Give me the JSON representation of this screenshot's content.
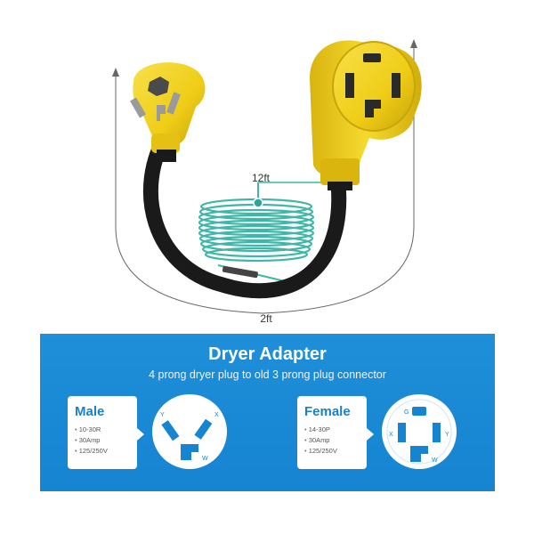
{
  "dimensions": {
    "cable_length": "12ft",
    "adapter_length": "2ft"
  },
  "banner": {
    "title": "Dryer Adapter",
    "subtitle": "4 prong dryer plug to old 3 prong plug connector"
  },
  "male": {
    "title": "Male",
    "specs": [
      "10-30R",
      "30Amp",
      "125/250V"
    ],
    "pins": [
      "Y",
      "X",
      "W"
    ]
  },
  "female": {
    "title": "Female",
    "specs": [
      "14-30P",
      "30Amp",
      "125/250V"
    ],
    "pins": [
      "G",
      "X",
      "Y",
      "W"
    ]
  },
  "colors": {
    "banner_blue": "#1b8ad5",
    "plug_yellow": "#f2d21b",
    "cable_black": "#1a1a1a",
    "coil_teal": "#3fb7a8"
  },
  "icons": [
    "dimension-arrow-icon",
    "male-plug-face-icon",
    "female-outlet-face-icon"
  ]
}
